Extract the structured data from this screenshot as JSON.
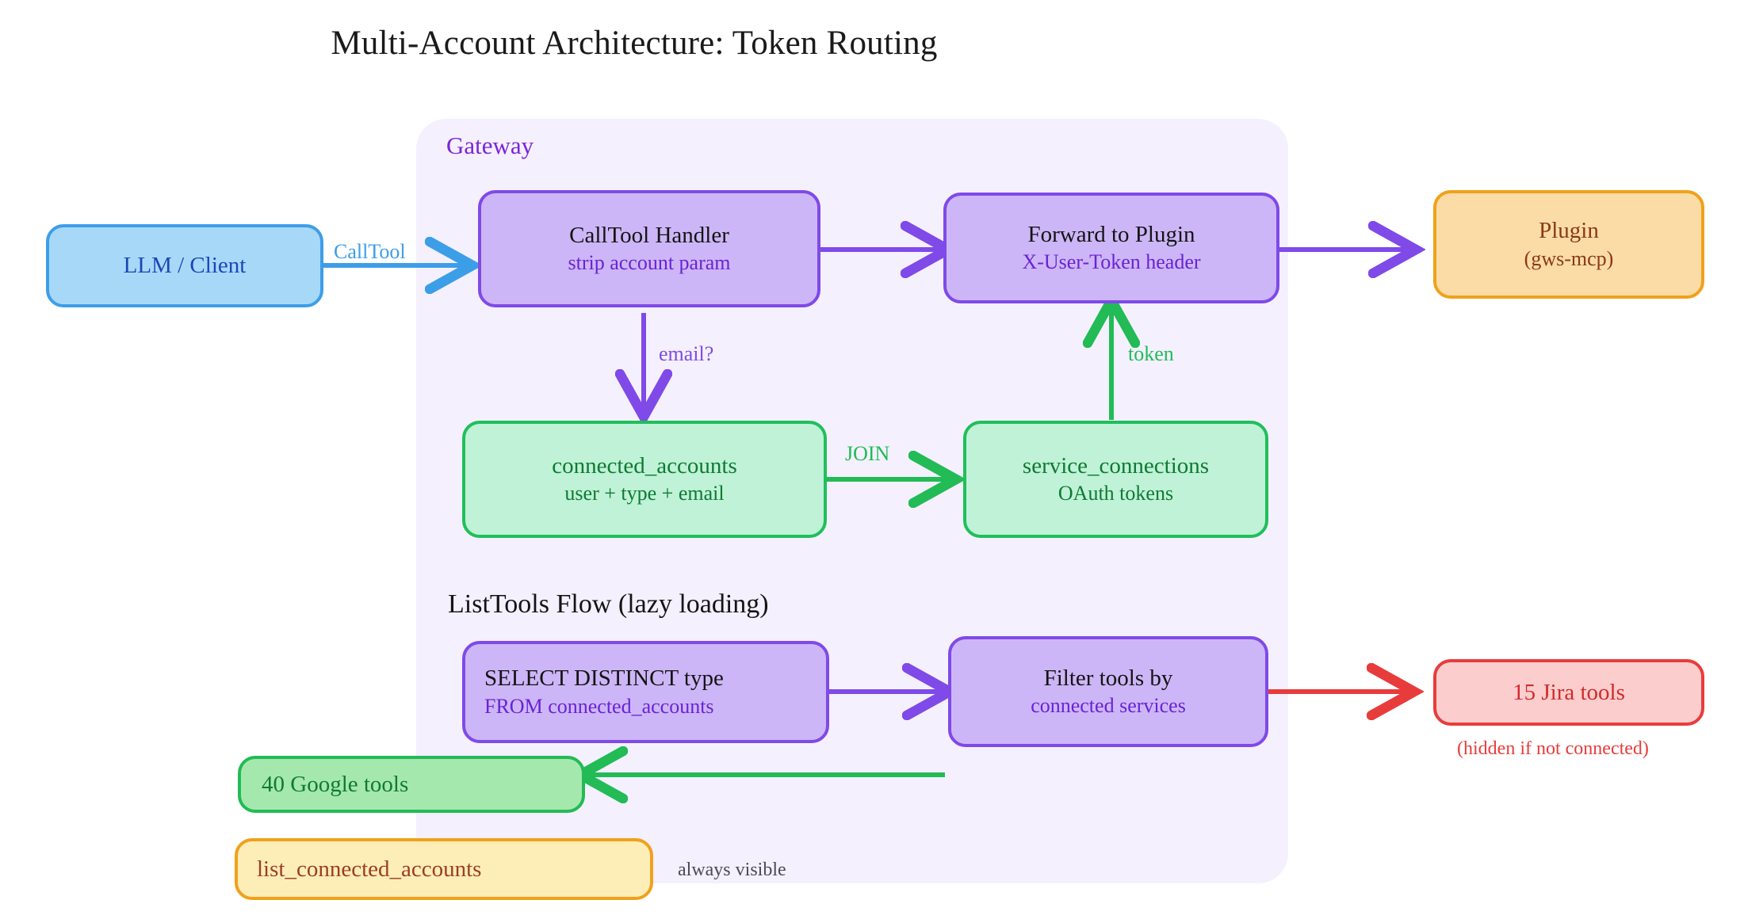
{
  "title": "Multi-Account Architecture: Token Routing",
  "gateway": {
    "label": "Gateway"
  },
  "nodes": {
    "llm_client": {
      "line1": "LLM / Client"
    },
    "calltool_handler": {
      "line1": "CallTool Handler",
      "line2": "strip account param"
    },
    "forward_to_plugin": {
      "line1": "Forward to Plugin",
      "line2": "X-User-Token header"
    },
    "plugin": {
      "line1": "Plugin",
      "line2": "(gws-mcp)"
    },
    "connected_accounts": {
      "line1": "connected_accounts",
      "line2": "user + type + email"
    },
    "service_connections": {
      "line1": "service_connections",
      "line2": "OAuth tokens"
    },
    "select_distinct": {
      "line1": "SELECT DISTINCT type",
      "line2": "FROM connected_accounts"
    },
    "filter_tools": {
      "line1": "Filter tools by",
      "line2": "connected services"
    },
    "jira_tools": {
      "line1": "15 Jira tools"
    },
    "google_tools": {
      "line1": "40 Google tools"
    },
    "list_connected_accounts": {
      "line1": "list_connected_accounts"
    }
  },
  "sections": {
    "listtools_heading": "ListTools Flow (lazy loading)"
  },
  "edge_labels": {
    "calltool": "CallTool",
    "email": "email?",
    "token": "token",
    "join": "JOIN"
  },
  "captions": {
    "hidden_if_not_connected": "(hidden if not connected)",
    "always_visible": "always visible"
  },
  "colors": {
    "purple": "#7f4ae8",
    "purple_fill": "#cdb6f7",
    "green": "#22bb55",
    "green_fill": "#bff2d7",
    "blue": "#3d9ee8",
    "blue_fill": "#a8d8f8",
    "orange": "#f0a11b",
    "orange_fill": "#fbdca6",
    "red": "#e83c3c",
    "red_fill": "#fbcdcd",
    "gateway_fill": "#f4f0fe",
    "gateway_label": "#7b25d8"
  }
}
